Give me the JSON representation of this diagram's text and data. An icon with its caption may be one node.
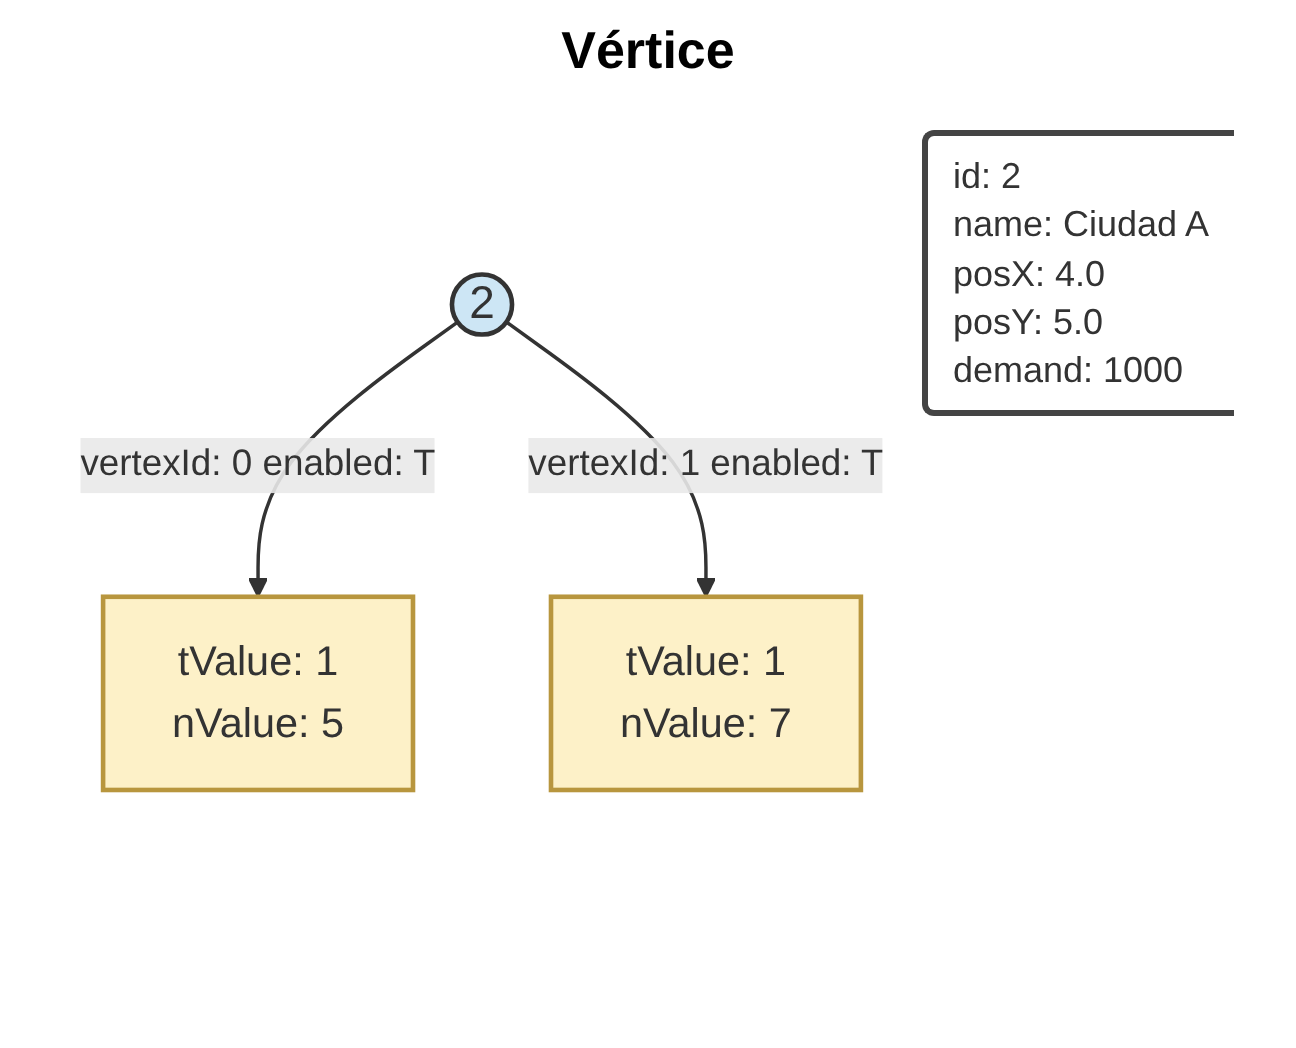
{
  "diagram": {
    "title": "Vértice",
    "nodes": [
      {
        "text": [
          "2"
        ]
      },
      {
        "text": [
          "tValue: 1",
          "nValue: 5"
        ]
      },
      {
        "text": [
          "tValue: 1",
          "nValue: 7"
        ]
      }
    ],
    "edges": [
      {
        "from": 0,
        "to": 1,
        "arrow": "to",
        "label": "vertexId: 0 enabled: T"
      },
      {
        "from": 0,
        "to": 2,
        "arrow": "to",
        "label": "vertexId: 1 enabled: T"
      }
    ],
    "labels": [
      "id: 2",
      "name: Ciudad A",
      "posX: 4.0",
      "posY: 5.0",
      "demand: 1000"
    ]
  }
}
